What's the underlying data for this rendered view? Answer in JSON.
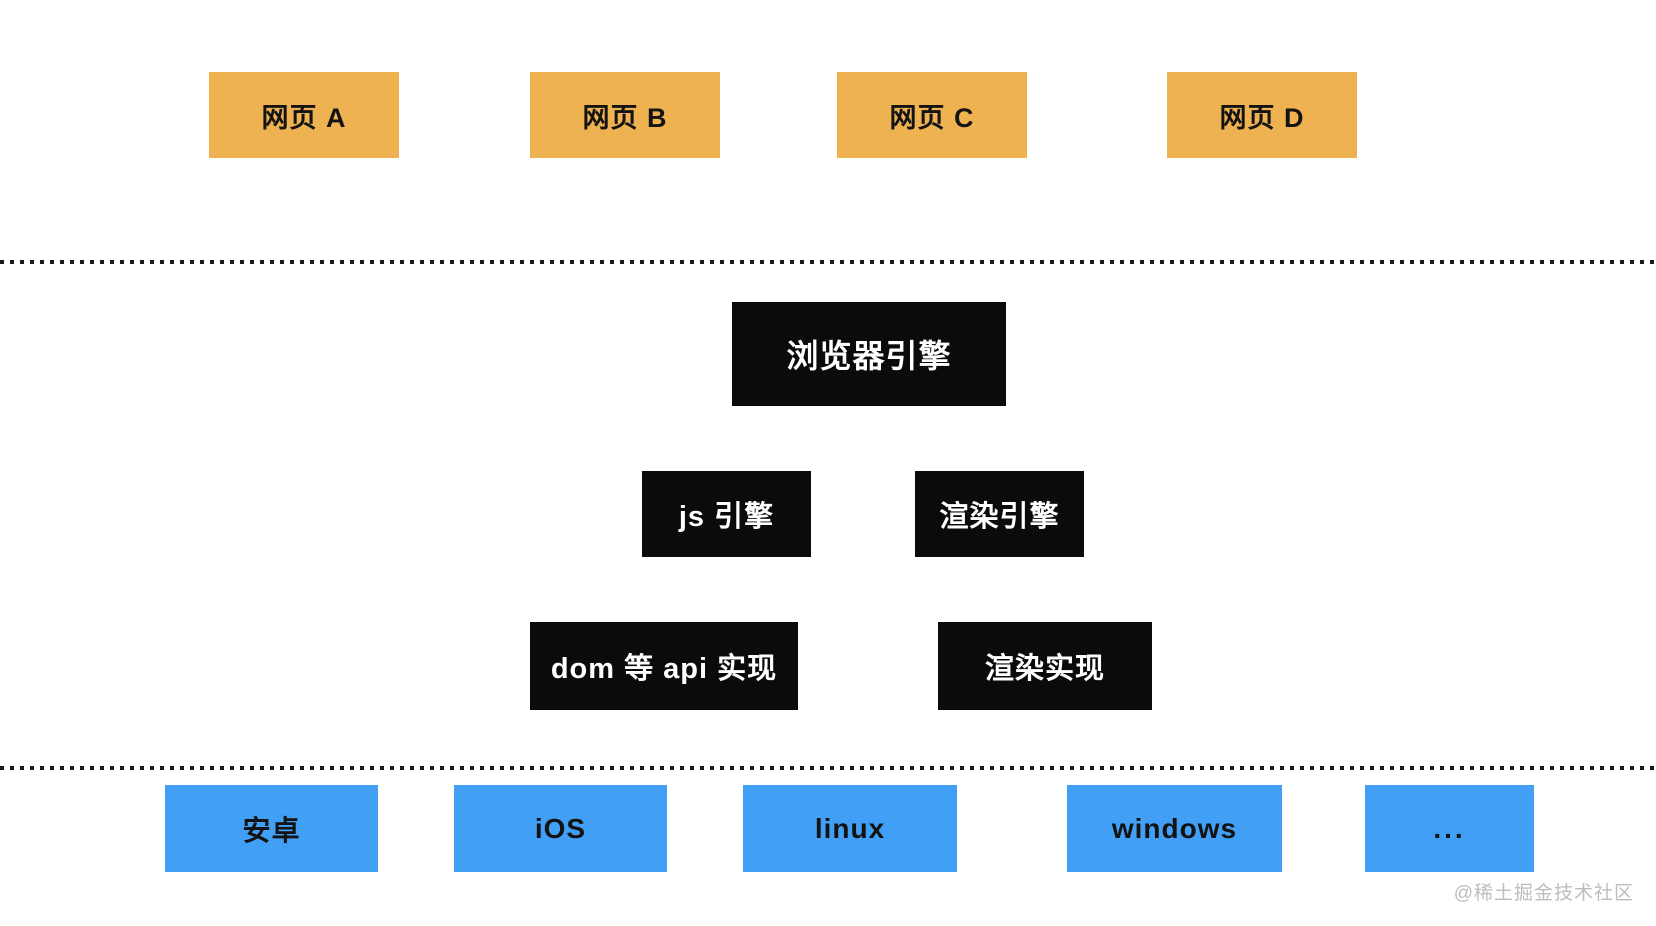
{
  "diagram": {
    "pages_row": [
      {
        "label": "网页 A"
      },
      {
        "label": "网页 B"
      },
      {
        "label": "网页 C"
      },
      {
        "label": "网页 D"
      }
    ],
    "browser_engine": {
      "label": "浏览器引擎"
    },
    "engines_row": [
      {
        "label": "js 引擎"
      },
      {
        "label": "渲染引擎"
      }
    ],
    "impl_row": [
      {
        "label": "dom 等 api 实现"
      },
      {
        "label": "渲染实现"
      }
    ],
    "os_row": [
      {
        "label": "安卓"
      },
      {
        "label": "iOS"
      },
      {
        "label": "linux"
      },
      {
        "label": "windows"
      },
      {
        "label": "..."
      }
    ],
    "watermark": "@稀土掘金技术社区",
    "colors": {
      "page_box": "#EFB251",
      "engine_box": "#0B0B0B",
      "os_box": "#41A0F6",
      "text_on_dark": "#FFFFFF",
      "text_on_light": "#131313",
      "watermark": "#BDBDBD",
      "dot_color": "#1A1A1A"
    }
  }
}
